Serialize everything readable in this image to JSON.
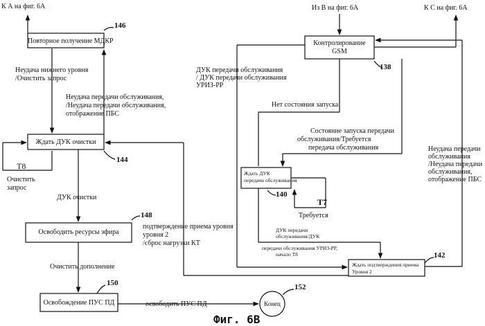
{
  "diagram": {
    "caption": "Фиг. 6В",
    "offpage": {
      "to_a": "К А на фиг. 6А",
      "from_b": "Из В на фиг. 6А",
      "to_c": "К С на фиг. 6А"
    },
    "nodes": {
      "n146": {
        "label": "Повторное получение МДКР",
        "number": "146"
      },
      "n144": {
        "label": "Ждать ДУК очистки",
        "number": "144"
      },
      "n148": {
        "label": "Освободить ресурсы эфира",
        "number": "148"
      },
      "n150": {
        "label": "Освобождение ПУС ПД",
        "number": "150"
      },
      "n152": {
        "label": "Конец",
        "number": "152"
      },
      "n138": {
        "label_line1": "Контролирование",
        "label_line2": "GSM",
        "number": "138"
      },
      "n140": {
        "label_line1": "Ждать ДУК",
        "label_line2": "передачи обслуживания",
        "number": "140"
      },
      "n142": {
        "label_line1": "Ждать подтверждения приема",
        "label_line2": "Уровня 2",
        "number": "142"
      }
    },
    "edges": {
      "e1_line1": "Неудача нижнего уровня",
      "e1_line2": "/Очистить запрос",
      "e2_line1": "Неудача передачи обслуживания,",
      "e2_line2": "/Неудача  передачи обслуживания,",
      "e2_line3": "отображение  ПБС",
      "t8_label": "Т8",
      "t8_line1": "Очистить",
      "t8_line2": "запрос",
      "e3": "ДУК очистки",
      "e4": "Очистить дополнение",
      "e5": "освободить  ПУС ПД",
      "e6_line1": "ДУК передачи обслуживания",
      "e6_line2": "/ ДУК передачи обслуживания",
      "e6_line3": "УРИЗ-РР",
      "e7": "Нет состояния запуска",
      "e8_line1": "Состояние запуска передачи",
      "e8_line2": "обслуживания/Требуется",
      "e8_line3": "передача обслуживания",
      "e9_line1": "Неудача передачи",
      "e9_line2": "обслуживания",
      "e9_line3": "/Неудача  передачи",
      "e9_line4": "обслуживания,",
      "e9_line5": "отображение  ПБС",
      "t7_label": "Т7",
      "t7_text": "Требуется",
      "e10_line1": "подтверждение  приема уровня",
      "e10_line2": "уровня 2",
      "e10_line3": "/сброс нагрузки КТ",
      "e11_line1": "ДУК передачи",
      "e11_line2": "обслуживания/ДУК",
      "e11_line3": "передачи обслуживания УРИЗ-РР,",
      "e11_line4": "начало Т8"
    }
  }
}
